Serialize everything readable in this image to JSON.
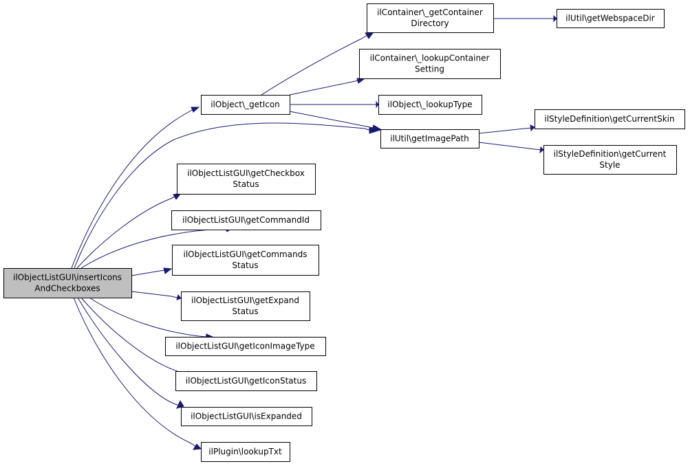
{
  "diagram": {
    "type": "call-graph",
    "colors": {
      "edge": "#191970",
      "root_fill": "#bfbfbf",
      "node_fill": "#ffffff",
      "border": "#000000"
    },
    "nodes": [
      {
        "id": "root",
        "lines": [
          "ilObjectListGUI\\insertIcons",
          "AndCheckboxes"
        ],
        "highlight": true
      },
      {
        "id": "getIcon",
        "lines": [
          "ilObject\\_getIcon"
        ]
      },
      {
        "id": "getContainerDirectory",
        "lines": [
          "ilContainer\\_getContainer",
          "Directory"
        ]
      },
      {
        "id": "getWebspaceDir",
        "lines": [
          "ilUtil\\getWebspaceDir"
        ]
      },
      {
        "id": "lookupContainerSetting",
        "lines": [
          "ilContainer\\_lookupContainer",
          "Setting"
        ]
      },
      {
        "id": "lookupType",
        "lines": [
          "ilObject\\_lookupType"
        ]
      },
      {
        "id": "getImagePath",
        "lines": [
          "ilUtil\\getImagePath"
        ]
      },
      {
        "id": "getCurrentSkin",
        "lines": [
          "ilStyleDefinition\\getCurrentSkin"
        ]
      },
      {
        "id": "getCurrentStyle",
        "lines": [
          "ilStyleDefinition\\getCurrent",
          "Style"
        ]
      },
      {
        "id": "getCheckboxStatus",
        "lines": [
          "ilObjectListGUI\\getCheckbox",
          "Status"
        ]
      },
      {
        "id": "getCommandId",
        "lines": [
          "ilObjectListGUI\\getCommandId"
        ]
      },
      {
        "id": "getCommandsStatus",
        "lines": [
          "ilObjectListGUI\\getCommands",
          "Status"
        ]
      },
      {
        "id": "getExpandStatus",
        "lines": [
          "ilObjectListGUI\\getExpand",
          "Status"
        ]
      },
      {
        "id": "getIconImageType",
        "lines": [
          "ilObjectListGUI\\getIconImageType"
        ]
      },
      {
        "id": "getIconStatus",
        "lines": [
          "ilObjectListGUI\\getIconStatus"
        ]
      },
      {
        "id": "isExpanded",
        "lines": [
          "ilObjectListGUI\\isExpanded"
        ]
      },
      {
        "id": "lookupTxt",
        "lines": [
          "ilPlugin\\lookupTxt"
        ]
      }
    ],
    "edges": [
      {
        "from": "root",
        "to": "getIcon"
      },
      {
        "from": "root",
        "to": "getImagePath"
      },
      {
        "from": "root",
        "to": "getCheckboxStatus"
      },
      {
        "from": "root",
        "to": "getCommandId"
      },
      {
        "from": "root",
        "to": "getCommandsStatus"
      },
      {
        "from": "root",
        "to": "getExpandStatus"
      },
      {
        "from": "root",
        "to": "getIconImageType"
      },
      {
        "from": "root",
        "to": "getIconStatus"
      },
      {
        "from": "root",
        "to": "isExpanded"
      },
      {
        "from": "root",
        "to": "lookupTxt"
      },
      {
        "from": "getIcon",
        "to": "getContainerDirectory"
      },
      {
        "from": "getIcon",
        "to": "lookupContainerSetting"
      },
      {
        "from": "getIcon",
        "to": "lookupType"
      },
      {
        "from": "getIcon",
        "to": "getImagePath"
      },
      {
        "from": "getContainerDirectory",
        "to": "getWebspaceDir"
      },
      {
        "from": "getImagePath",
        "to": "getCurrentSkin"
      },
      {
        "from": "getImagePath",
        "to": "getCurrentStyle"
      }
    ]
  }
}
